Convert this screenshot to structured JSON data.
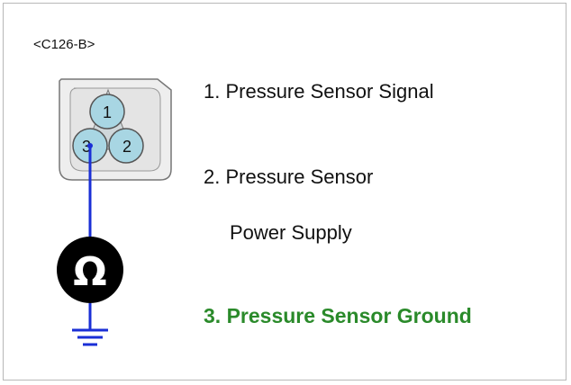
{
  "connector": {
    "label": "<C126-B>"
  },
  "pins": [
    {
      "number": "1",
      "description": "1. Pressure Sensor Signal"
    },
    {
      "number": "2",
      "description_line1": "2. Pressure Sensor",
      "description_line2": "Power Supply"
    },
    {
      "number": "3",
      "description": "3. Pressure Sensor Ground"
    }
  ],
  "meter": {
    "symbol": "Ω"
  },
  "colors": {
    "wire": "#1a2fd6",
    "pin_fill": "#a8d6e3",
    "highlight_text": "#2a8a2a",
    "meter_fill": "#000000"
  },
  "icons": [
    "ohmmeter-icon",
    "ground-symbol-icon"
  ]
}
